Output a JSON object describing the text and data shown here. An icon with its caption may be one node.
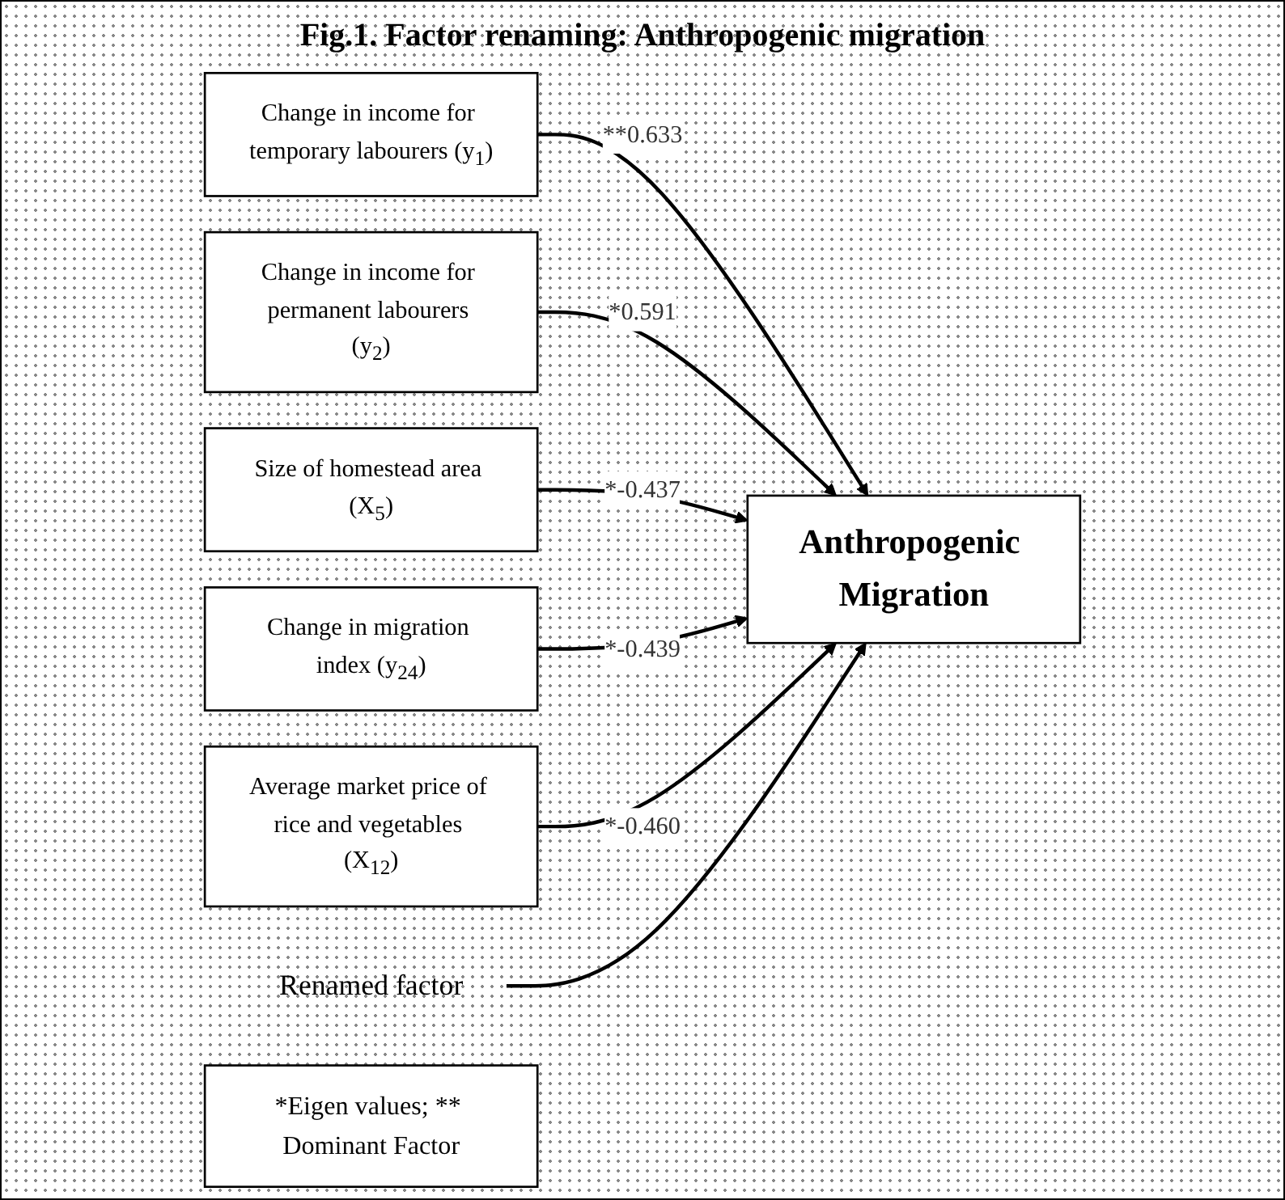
{
  "diagram": {
    "title": "Fig.1. Factor renaming: Anthropogenic migration",
    "nodes": [
      {
        "text": [
          "Change in income for temporary labourers (y$_{1}$)"
        ]
      },
      {
        "text": [
          "Change in income for permanent labourers (y$_{2}$)"
        ]
      },
      {
        "text": [
          "Size of homestead area (X$_{5}$)"
        ]
      },
      {
        "text": [
          "Change in migration index (y$_{24}$)"
        ]
      },
      {
        "text": [
          "Anthropogenic Migration"
        ]
      },
      {
        "text": [
          "Renamed factor"
        ]
      },
      {
        "text": [
          "Average market price of rice and vegetables (X$_{12}$)"
        ]
      },
      {
        "text": [
          "*Eigen values; ** Dominant Factor"
        ]
      }
    ],
    "edges": [
      {
        "from": 0,
        "to": 4,
        "arrow": "to",
        "label": "**0.633"
      },
      {
        "from": 1,
        "to": 4,
        "arrow": "to",
        "label": "*0.591"
      },
      {
        "from": 2,
        "to": 4,
        "arrow": "to",
        "label": "*-0.437"
      },
      {
        "from": 3,
        "to": 4,
        "arrow": "to",
        "label": "*-0.439"
      },
      {
        "from": 6,
        "to": 4,
        "arrow": "to",
        "label": "*-0.460"
      },
      {
        "from": 5,
        "to": 4,
        "arrow": "to"
      }
    ]
  }
}
